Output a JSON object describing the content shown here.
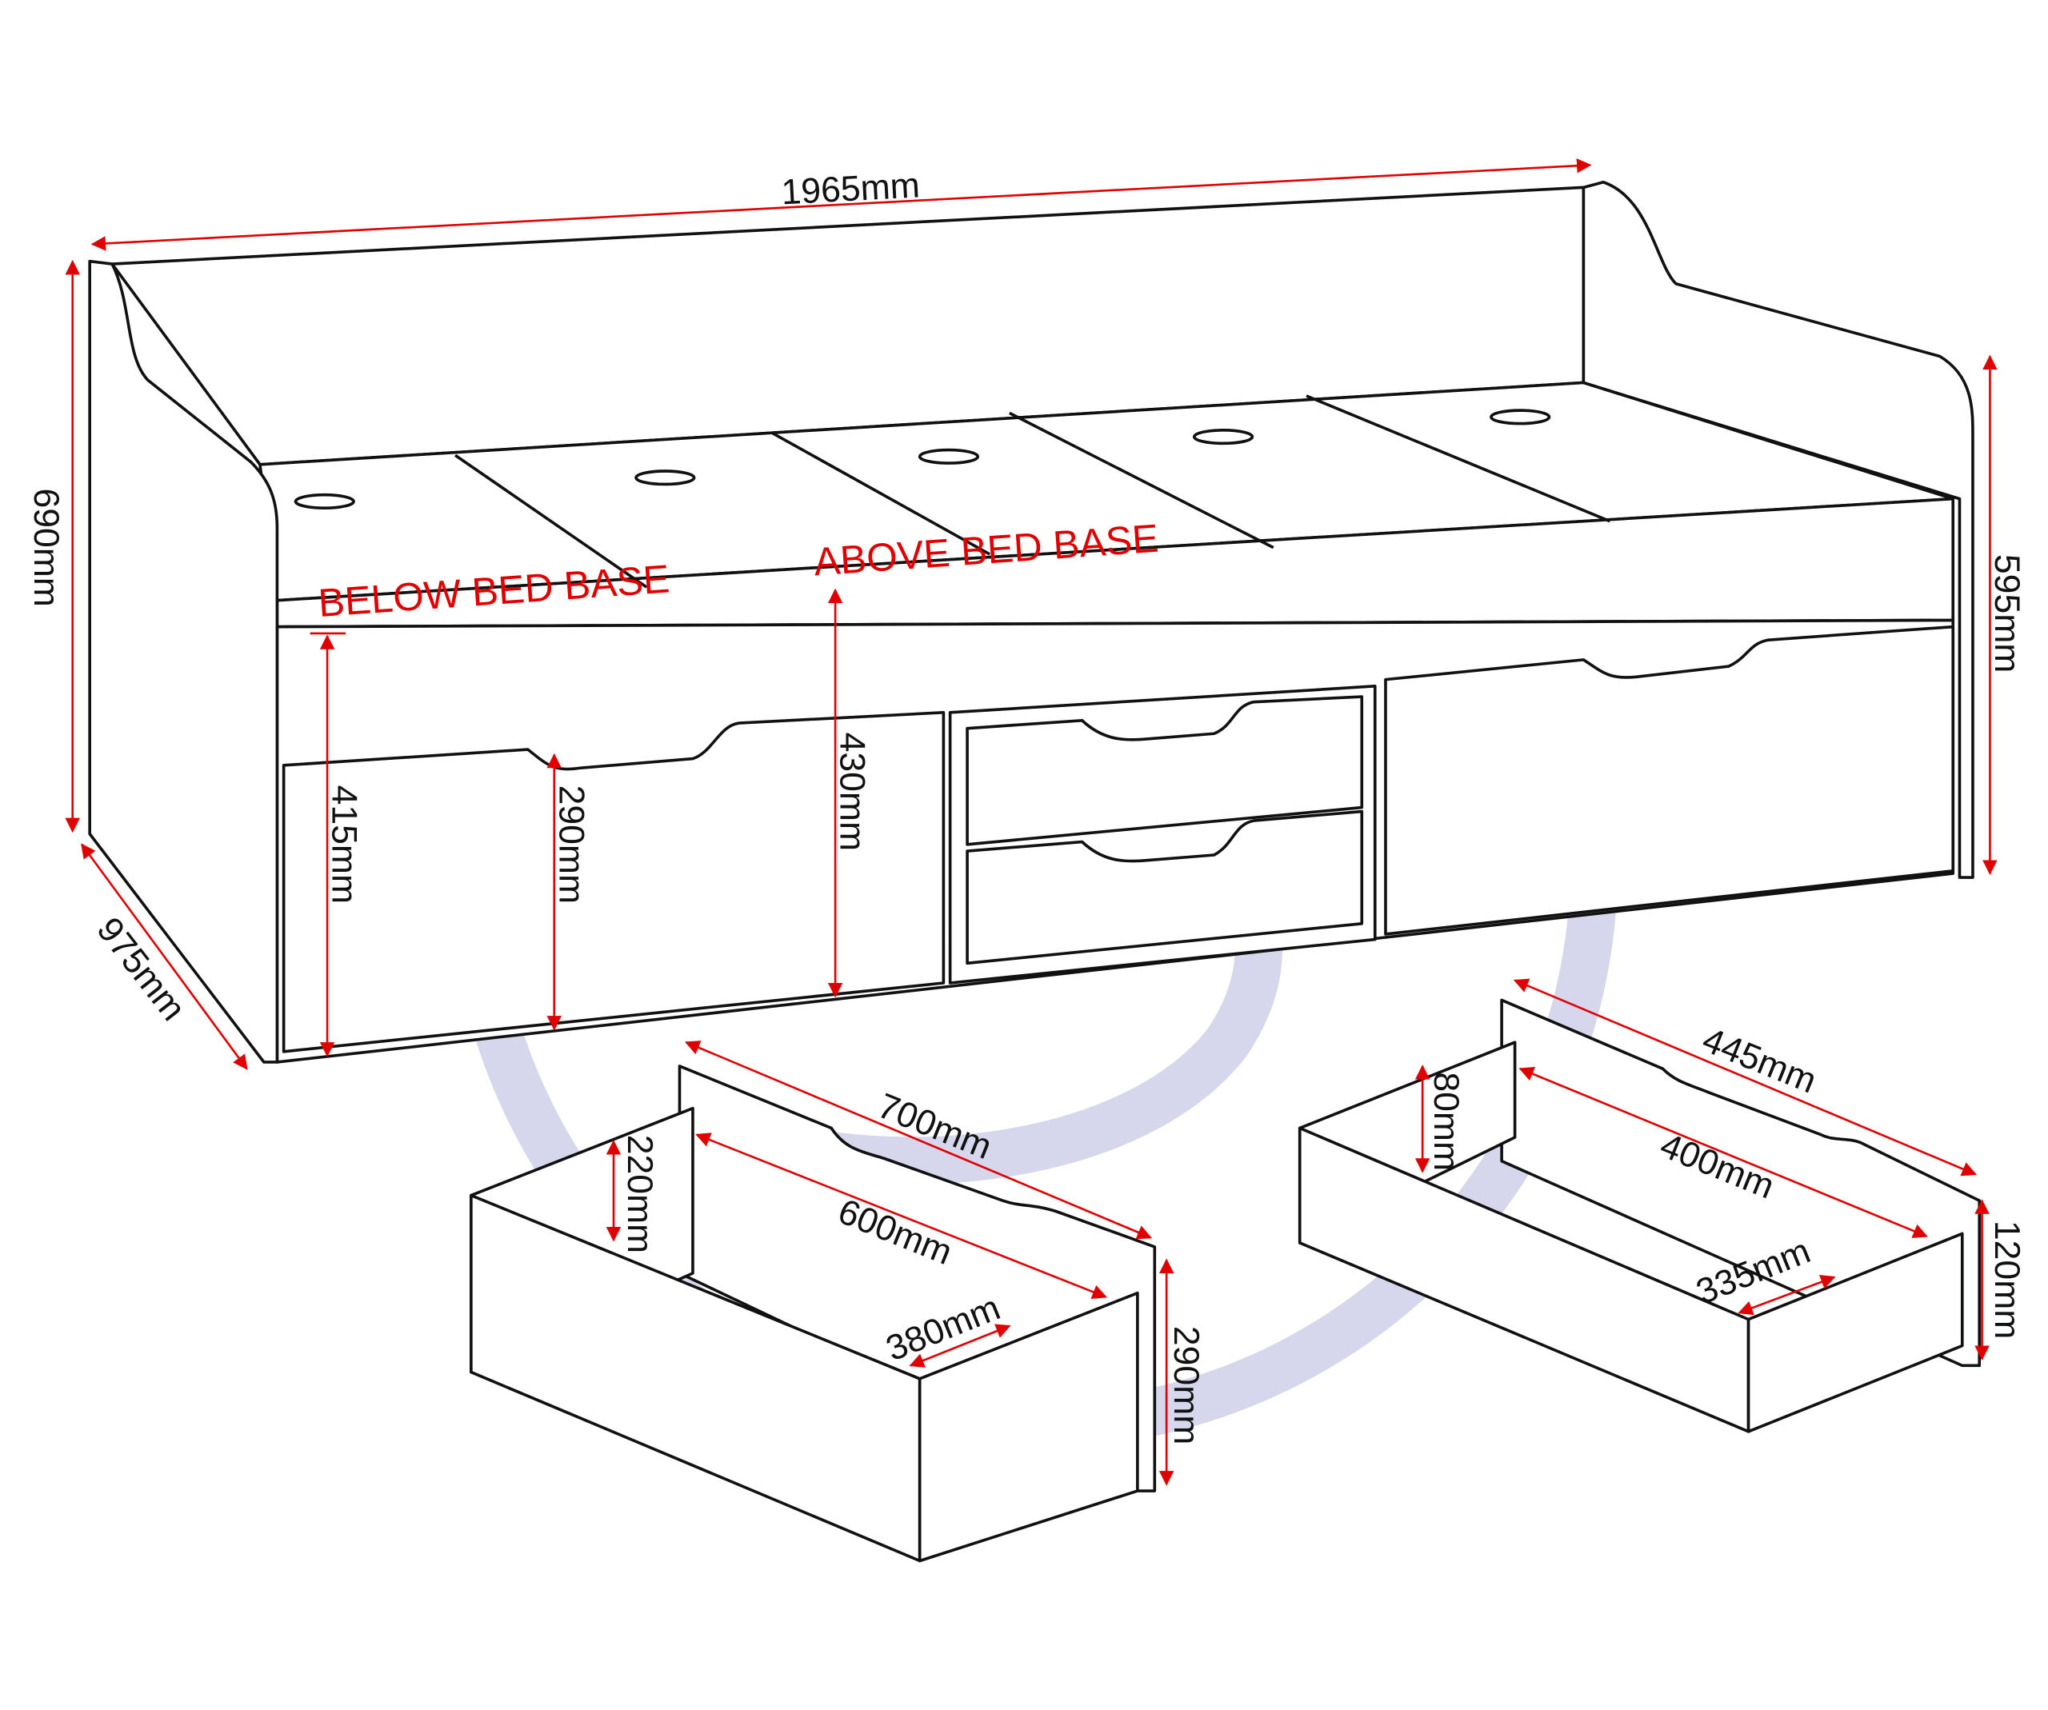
{
  "diagram": {
    "colors": {
      "dimension": "#e00000",
      "outline": "#111111",
      "watermark": "#d6d6ec"
    },
    "labels": {
      "below_bed_base": "BELOW BED BASE",
      "above_bed_base": "ABOVE BED BASE"
    },
    "bed": {
      "width": "1965mm",
      "height": "690mm",
      "end_height": "595mm",
      "depth": "975mm",
      "below_base_height": "415mm",
      "drawer_opening": "290mm",
      "above_base_height": "430mm"
    },
    "large_drawer": {
      "outer_length": "700mm",
      "inner_length": "600mm",
      "inner_height": "220mm",
      "inner_width": "380mm",
      "outer_height": "290mm"
    },
    "small_drawer": {
      "outer_length": "445mm",
      "inner_length": "400mm",
      "inner_height": "80mm",
      "inner_width": "335mm",
      "outer_height": "120mm"
    }
  }
}
